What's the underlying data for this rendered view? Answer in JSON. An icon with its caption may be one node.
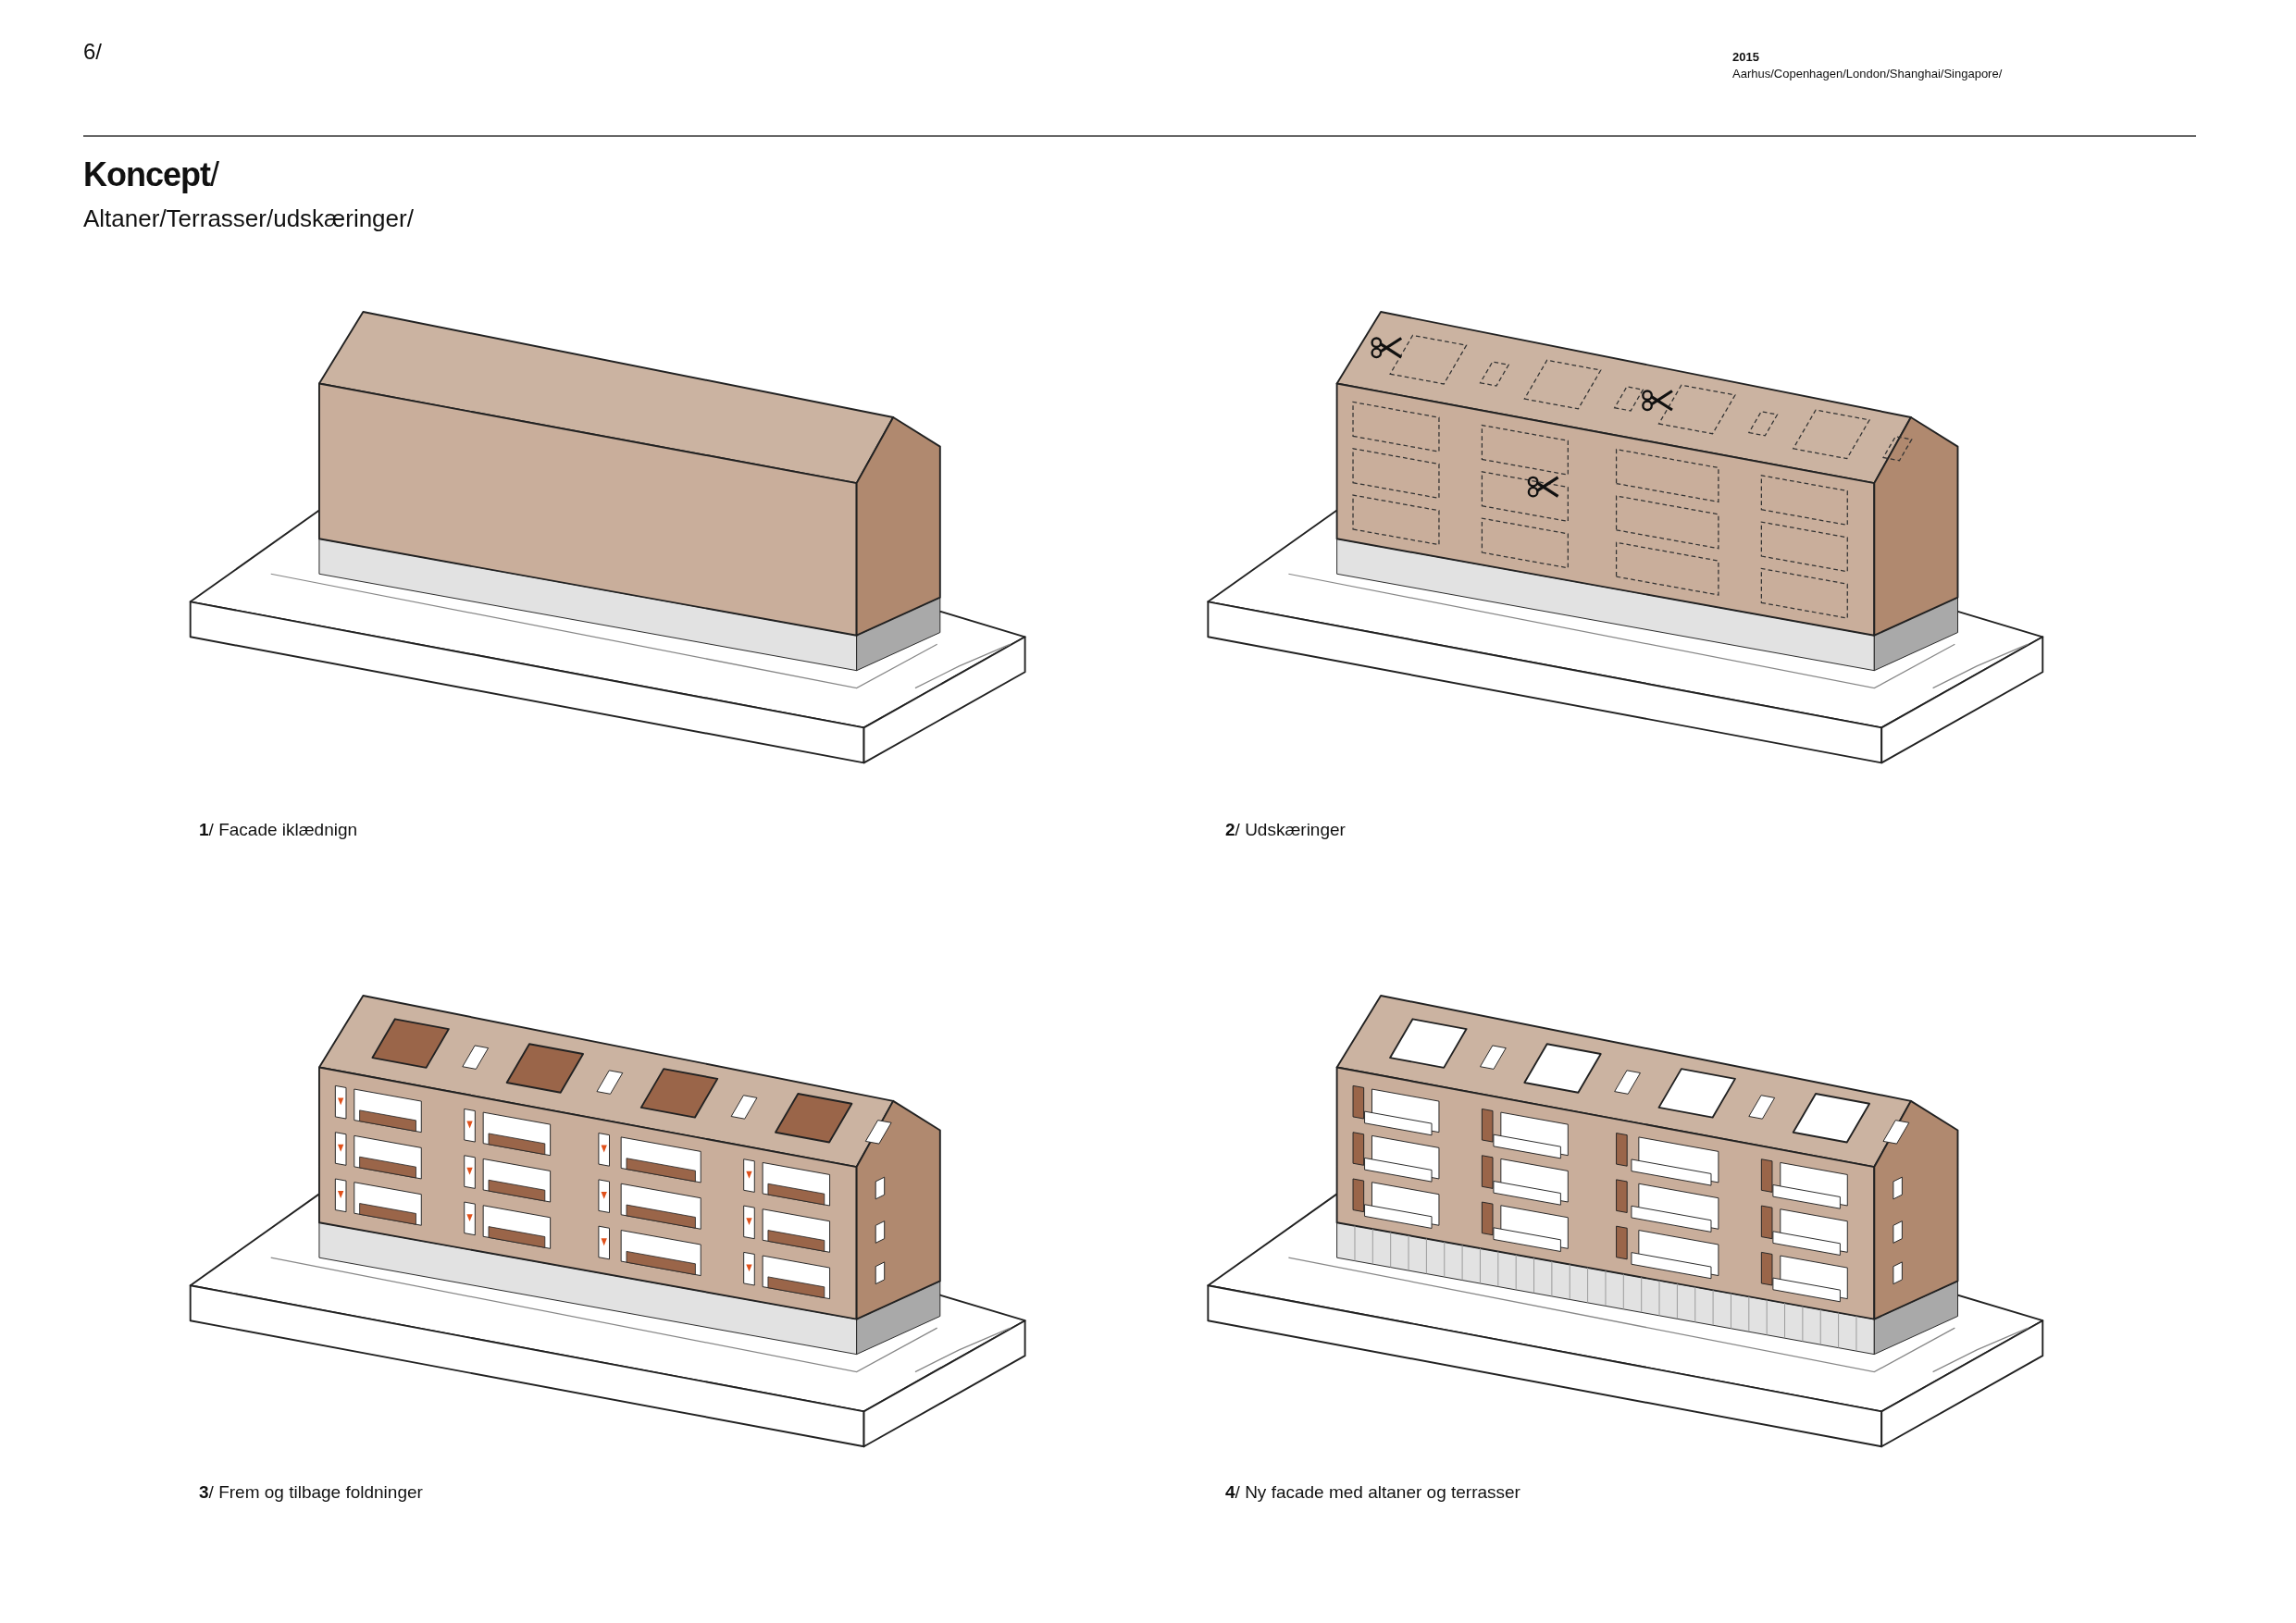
{
  "diagram": {
    "title": "**Koncept**/",
    "labels": [
      "6/",
      "2015",
      "Aarhus/Copenhagen/London/Shanghai/Singapore/",
      "Altaner/Terrasser/udskæringer/",
      "**1**/ Facade iklædnign",
      "**2**/ Udskæringer",
      "**3**/ Frem og tilbage foldninger",
      "**4**/ Ny facade med altaner og terrasser"
    ]
  }
}
